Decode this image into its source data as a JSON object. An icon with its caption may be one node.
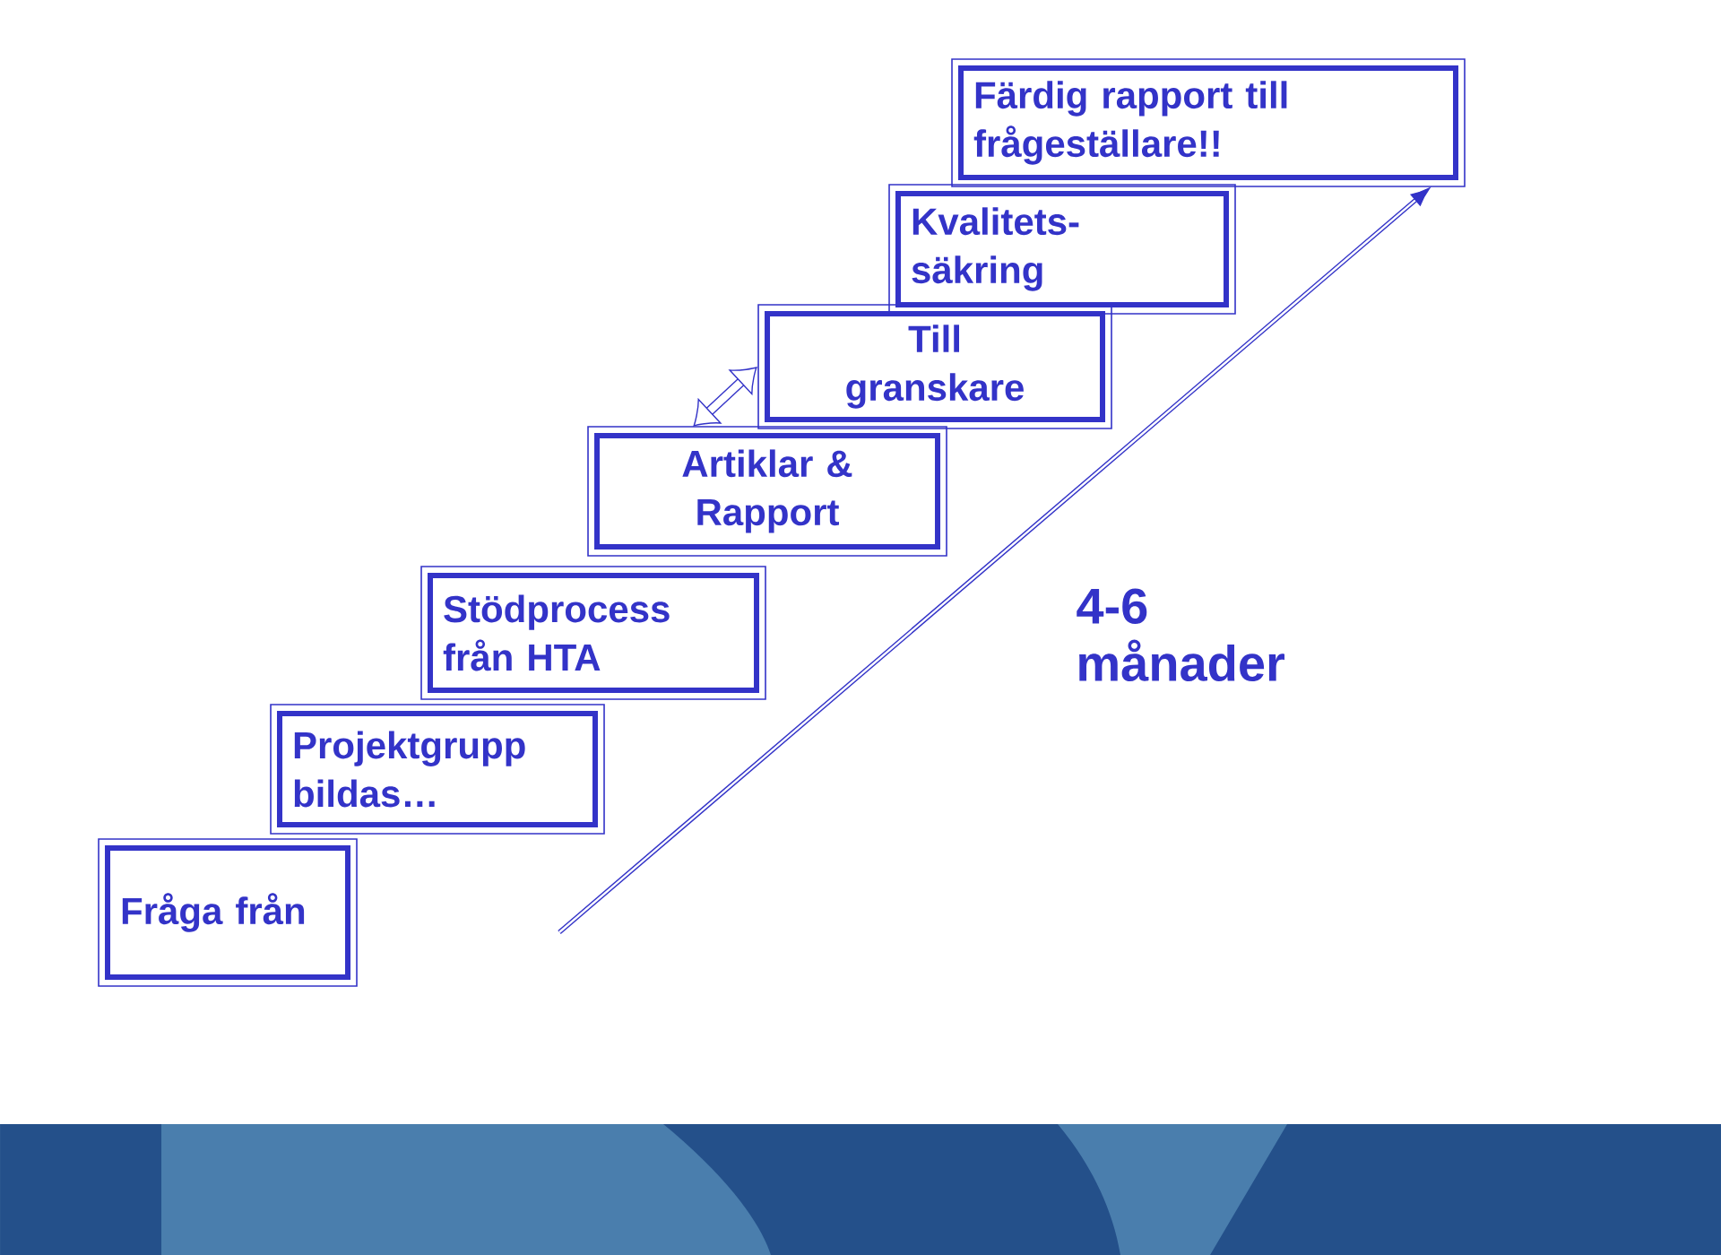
{
  "diagram": {
    "nodes": [
      {
        "text": [
          "Fråga från"
        ]
      },
      {
        "text": [
          "Projektgrupp bildas…"
        ]
      },
      {
        "text": [
          "Stödprocess från HTA"
        ]
      },
      {
        "text": [
          "Artiklar & Rapport"
        ]
      },
      {
        "text": [
          "Till granskare"
        ]
      },
      {
        "text": [
          "Kvalitets- säkring"
        ]
      },
      {
        "text": [
          "Färdig rapport till frågeställare!!"
        ]
      }
    ],
    "edges": [
      {
        "from": null,
        "to": 6,
        "arrow": "to"
      },
      {
        "from": 3,
        "to": 4,
        "arrow": "both",
        "style": "thick"
      }
    ],
    "labels": [
      "4-6 månader"
    ]
  }
}
